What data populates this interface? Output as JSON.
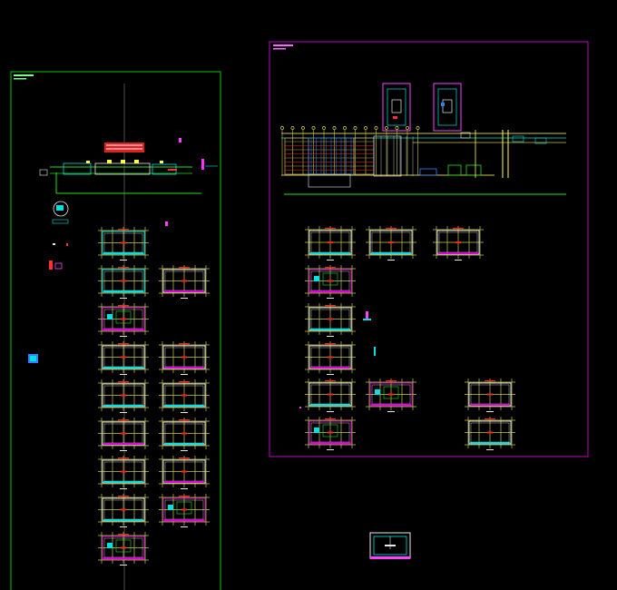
{
  "colors": {
    "background": "#000000",
    "left_frame": "#00c800",
    "right_frame": "#c000c0",
    "grid_line": "#c8c850",
    "wall_cyan": "#00e0e0",
    "wall_magenta": "#e000e0",
    "wall_red": "#ff2020",
    "wall_green": "#20e020",
    "dimension_white": "#e8e8e8",
    "axis_gray": "#606060"
  },
  "icons": [
    "floor-plan-sheet",
    "elevation-drawing",
    "grid-axis",
    "north-arrow"
  ],
  "view": {
    "mode": "model-space",
    "cursor": "crosshair"
  }
}
